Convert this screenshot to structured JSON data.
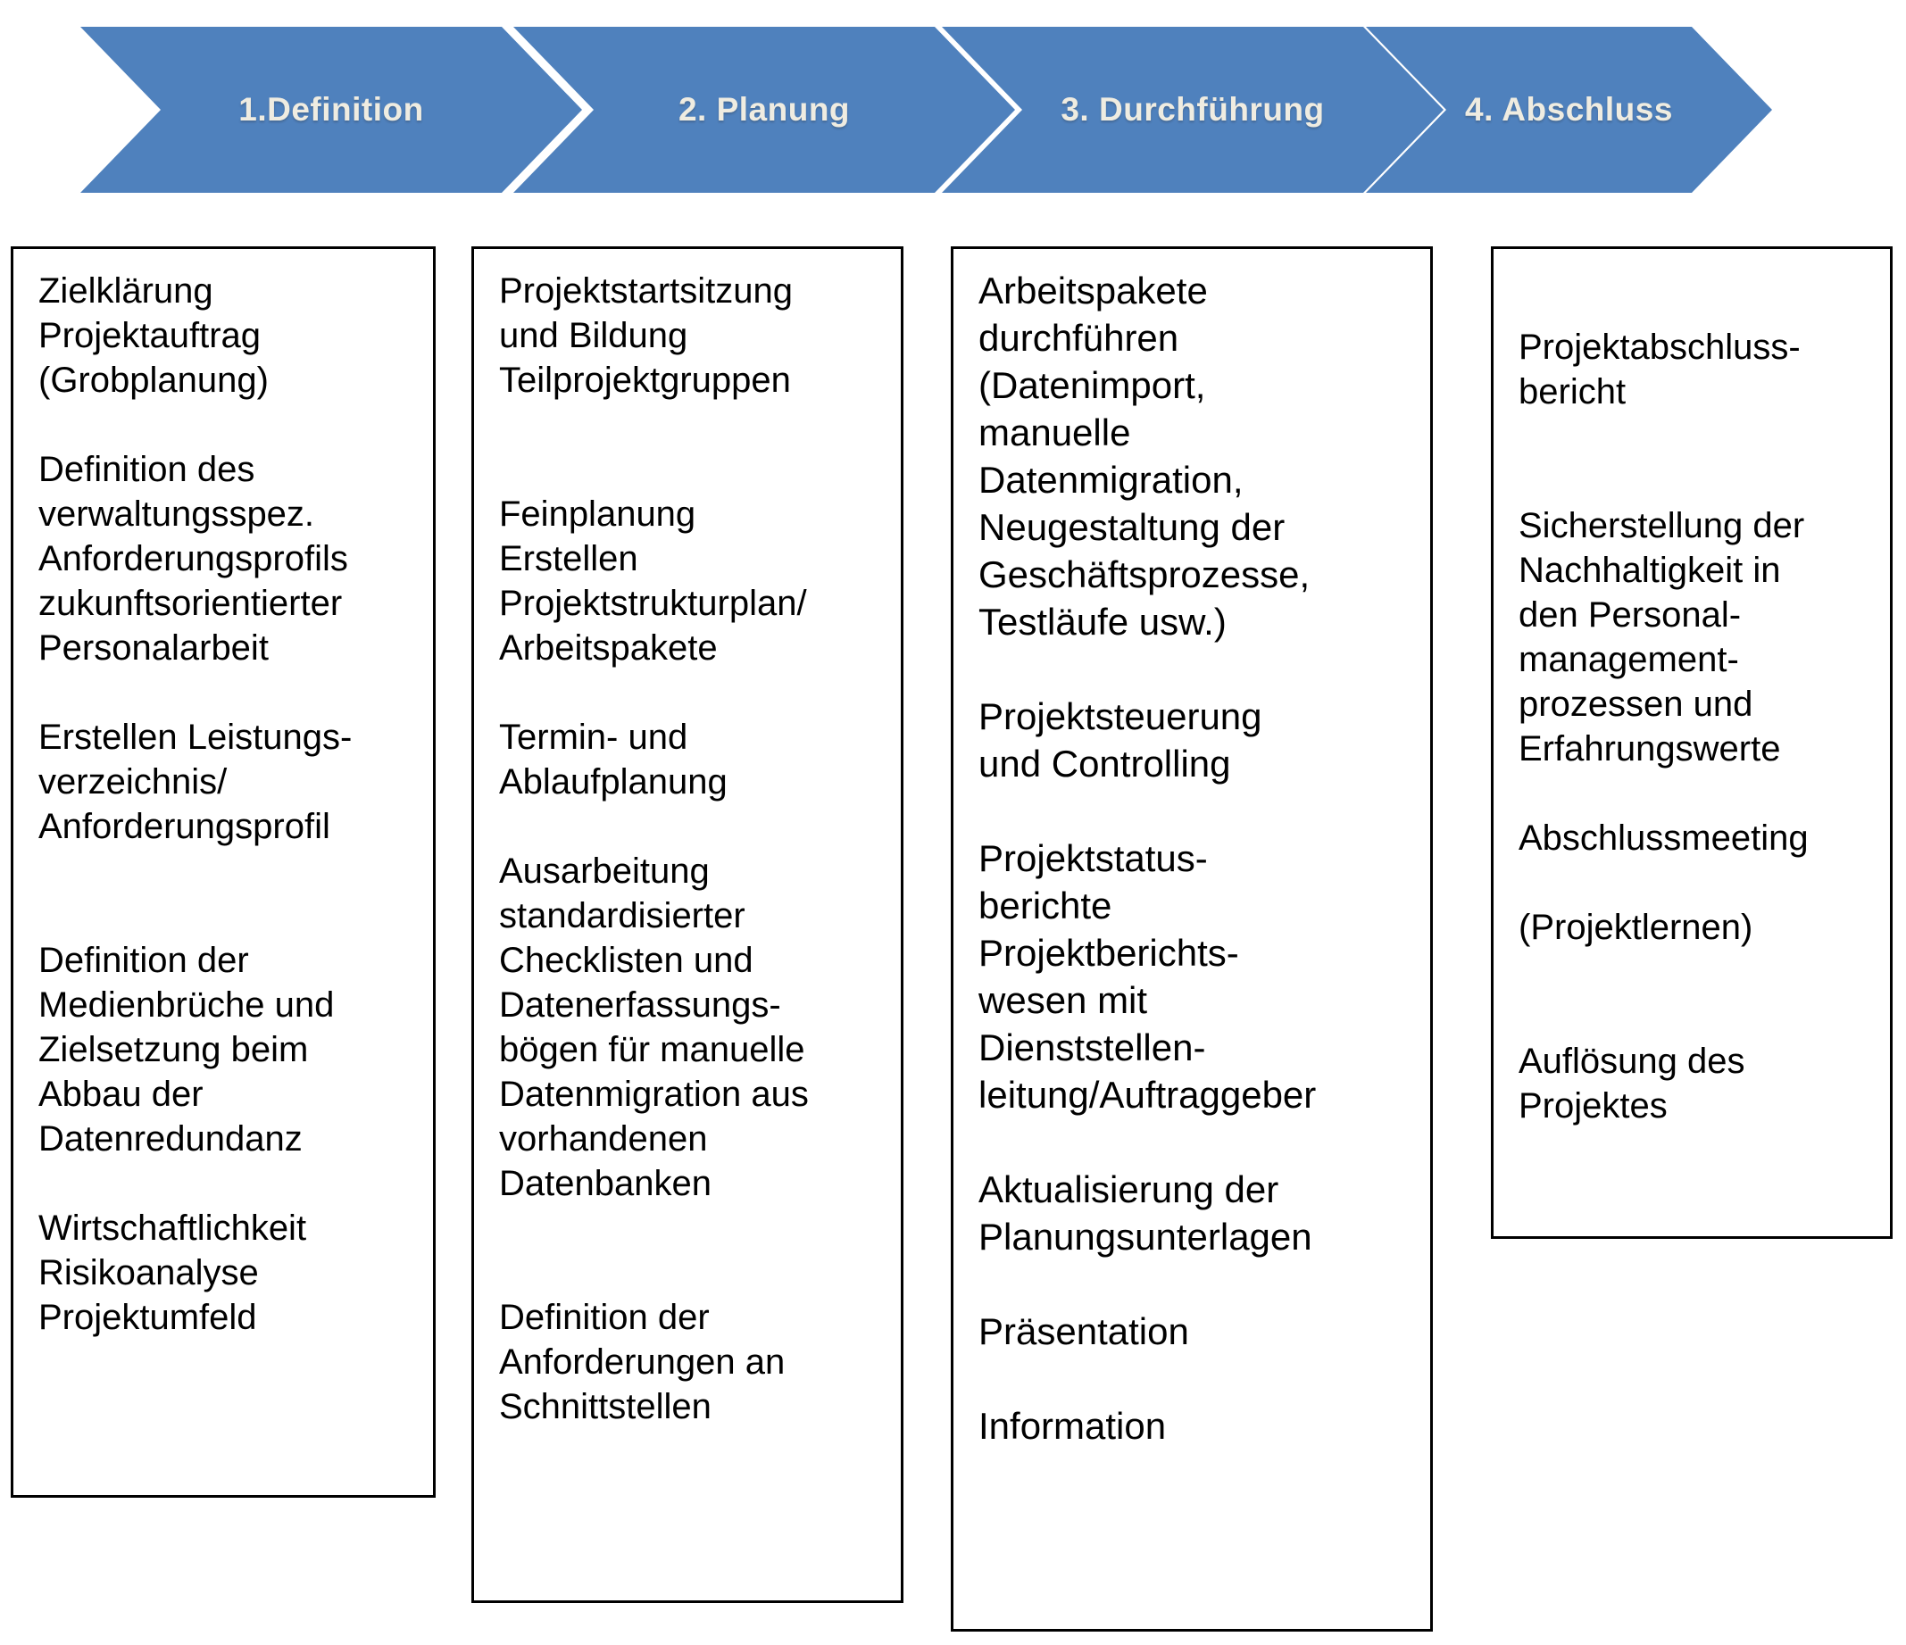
{
  "colors": {
    "arrow_fill": "#4F81BD",
    "arrow_text": "#EFECE1",
    "box_border": "#000000",
    "box_text": "#000000",
    "background": "#FFFFFF"
  },
  "phases": [
    {
      "label": "1.Definition",
      "items": "Zielklärung\nProjektauftrag\n(Grobplanung)\n\nDefinition des\nverwaltungsspez.\nAnforderungsprofils\nzukunftsorientierter\nPersonalarbeit\n\nErstellen Leistungs-\nverzeichnis/\nAnforderungsprofil\n\n\nDefinition der\nMedienbrüche und\nZielsetzung beim\nAbbau der\nDatenredundanz\n\nWirtschaftlichkeit\nRisikoanalyse\nProjektumfeld"
    },
    {
      "label": "2. Planung",
      "items": "Projektstartsitzung\nund Bildung\nTeilprojektgruppen\n\n\nFeinplanung\nErstellen\nProjektstrukturplan/\nArbeitspakete\n\nTermin- und\nAblaufplanung\n\nAusarbeitung\nstandardisierter\nChecklisten und\nDatenerfassungs-\nbögen für manuelle\nDatenmigration aus\nvorhandenen\nDatenbanken\n\n\nDefinition der\nAnforderungen an\nSchnittstellen"
    },
    {
      "label": "3. Durchführung",
      "items": "Arbeitspakete\ndurchführen\n(Datenimport,\nmanuelle\nDatenmigration,\nNeugestaltung der\nGeschäftsprozesse,\nTestläufe usw.)\n\nProjektsteuerung\nund Controlling\n\nProjektstatus-\nberichte\nProjektberichts-\nwesen mit\nDienststellen-\nleitung/Auftraggeber\n\nAktualisierung der\nPlanungsunterlagen\n\nPräsentation\n\nInformation"
    },
    {
      "label": "4. Abschluss",
      "items": "Projektabschluss-\nbericht\n\n\nSicherstellung der\nNachhaltigkeit in\nden Personal-\nmanagement-\nprozessen und\nErfahrungswerte\n\nAbschlussmeeting\n\n(Projektlernen)\n\n\nAuflösung des\nProjektes"
    }
  ]
}
